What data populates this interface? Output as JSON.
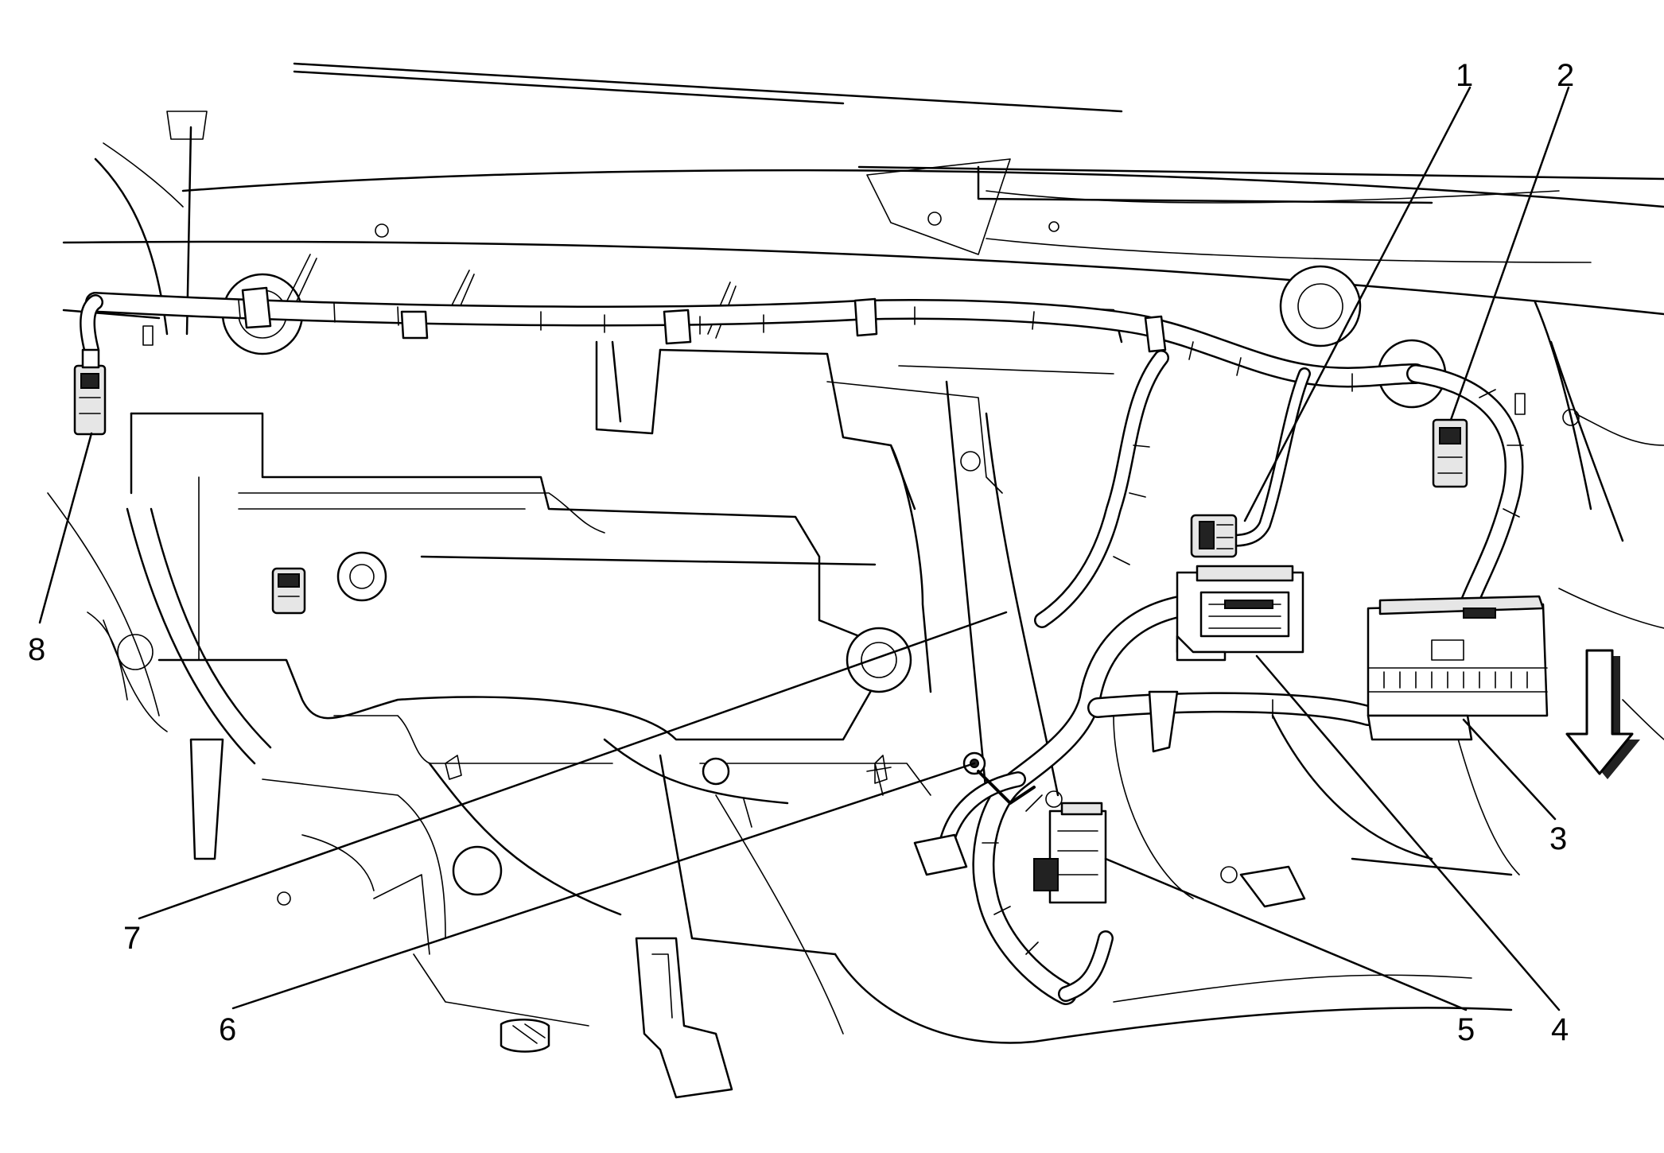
{
  "callouts": [
    {
      "id": "1",
      "label": "1"
    },
    {
      "id": "2",
      "label": "2"
    },
    {
      "id": "3",
      "label": "3"
    },
    {
      "id": "4",
      "label": "4"
    },
    {
      "id": "5",
      "label": "5"
    },
    {
      "id": "6",
      "label": "6"
    },
    {
      "id": "7",
      "label": "7"
    },
    {
      "id": "8",
      "label": "8"
    }
  ],
  "icons": {
    "direction_arrow": "down-arrow-icon"
  }
}
